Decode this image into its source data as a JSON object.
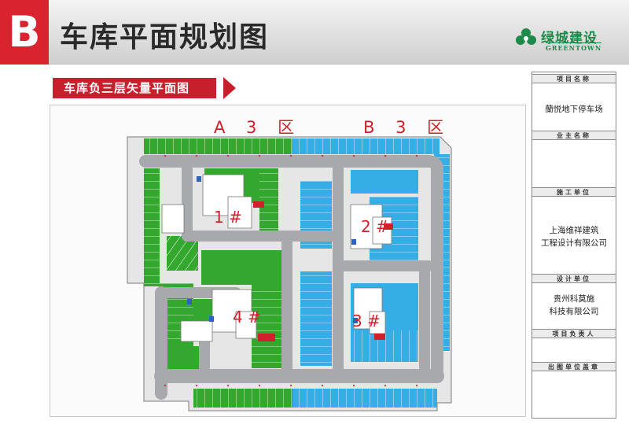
{
  "header": {
    "badge": "B",
    "title": "车库平面规划图",
    "logo_cn": "绿城建设",
    "logo_en": "GREENTOWN"
  },
  "section": {
    "title": "车库负三层矢量平面图"
  },
  "zones": {
    "a": "A 3 区",
    "b": "B 3 区"
  },
  "buildings": {
    "b1": "1 #",
    "b2": "2 #",
    "b3": "3 #",
    "b4": "4 #"
  },
  "title_block": {
    "project_name_label": "项目名称",
    "project_name": "蘭悦地下停车场",
    "owner_label": "业主名称",
    "owner": "",
    "contractor_label": "施工单位",
    "contractor_line1": "上海维祥建筑",
    "contractor_line2": "工程设计有限公司",
    "designer_label": "设计单位",
    "designer_line1": "贵州科莫施",
    "designer_line2": "科技有限公司",
    "pm_label": "项目负责人",
    "seal_label": "出图单位盖章"
  },
  "colors": {
    "zone_a": "#34a82e",
    "zone_b": "#35aee6",
    "road": "#a7a9ac",
    "core": "#ffffff",
    "accent": "#d0202c"
  }
}
